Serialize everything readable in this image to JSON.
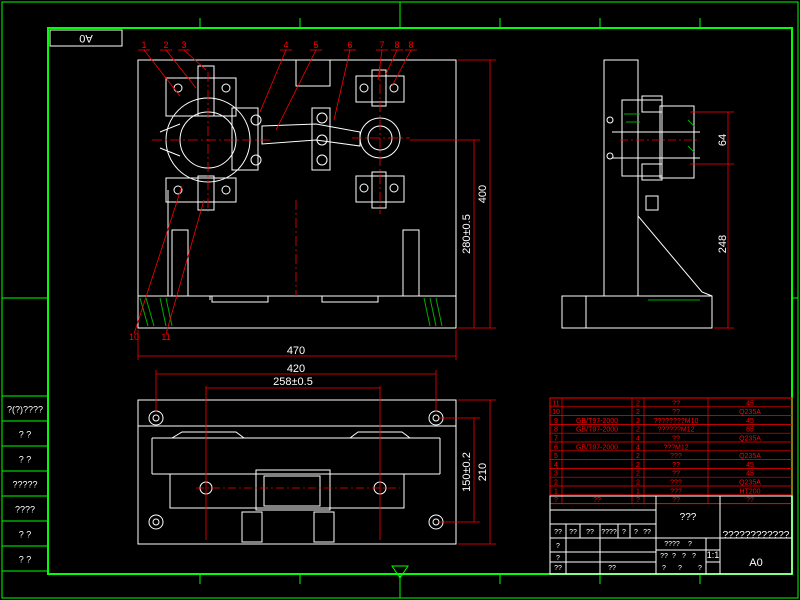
{
  "colors": {
    "background": "#000000",
    "frame": "#00ff00",
    "part": "#ffffff",
    "dimension": "#ff0000",
    "hatch": "#00aa00",
    "table": "#ff0000"
  },
  "title_block": {
    "format_box": "A0",
    "scale_label": "1:1",
    "sheet_size": "A0",
    "title_placeholder": "???",
    "company_placeholder": "????????????"
  },
  "front_view": {
    "balloons": [
      "1",
      "2",
      "3",
      "4",
      "5",
      "6",
      "7",
      "8",
      "8",
      "10",
      "11"
    ],
    "dims": {
      "overall_width": "470",
      "overall_height": "400",
      "center_height": "280±0.5"
    }
  },
  "side_view": {
    "dims": {
      "upper": "64",
      "lower": "248"
    }
  },
  "top_view": {
    "dims": {
      "hole_span": "420",
      "center_span": "258±0.5",
      "depth": "210",
      "hole_depth": "150±0.2"
    }
  },
  "parts_list": [
    {
      "no": "11",
      "code": "",
      "qty": "2",
      "name": "??",
      "material": "45"
    },
    {
      "no": "10",
      "code": "",
      "qty": "2",
      "name": "??",
      "material": "Q235A"
    },
    {
      "no": "9",
      "code": "GB/T97-2000",
      "qty": "2",
      "name": "????????M10",
      "material": "45"
    },
    {
      "no": "8",
      "code": "GB/T97-2000",
      "qty": "2",
      "name": "??????M12",
      "material": "65"
    },
    {
      "no": "7",
      "code": "",
      "qty": "4",
      "name": "??",
      "material": "Q235A"
    },
    {
      "no": "6",
      "code": "GB/T97-2000",
      "qty": "4",
      "name": "???M12",
      "material": ""
    },
    {
      "no": "5",
      "code": "",
      "qty": "2",
      "name": "???",
      "material": "Q235A"
    },
    {
      "no": "4",
      "code": "",
      "qty": "2",
      "name": "??",
      "material": "45"
    },
    {
      "no": "3",
      "code": "",
      "qty": "2",
      "name": "??",
      "material": "45"
    },
    {
      "no": "2",
      "code": "",
      "qty": "2",
      "name": "???",
      "material": "Q235A"
    },
    {
      "no": "1",
      "code": "",
      "qty": "1",
      "name": "???",
      "material": "HT200"
    }
  ],
  "parts_header": [
    "?",
    "??",
    "?",
    "??",
    "??"
  ],
  "left_stamp_labels": [
    "?(?)????",
    "?  ?",
    "?  ?",
    "?????",
    "????",
    "?  ?",
    "?  ?"
  ],
  "title_cells": [
    "??",
    "??",
    "??",
    "????",
    "?",
    "?",
    "??",
    "?",
    "?",
    "??",
    "????",
    "?",
    "??",
    "?",
    "?",
    "?",
    "?",
    "?",
    "??",
    "?"
  ]
}
